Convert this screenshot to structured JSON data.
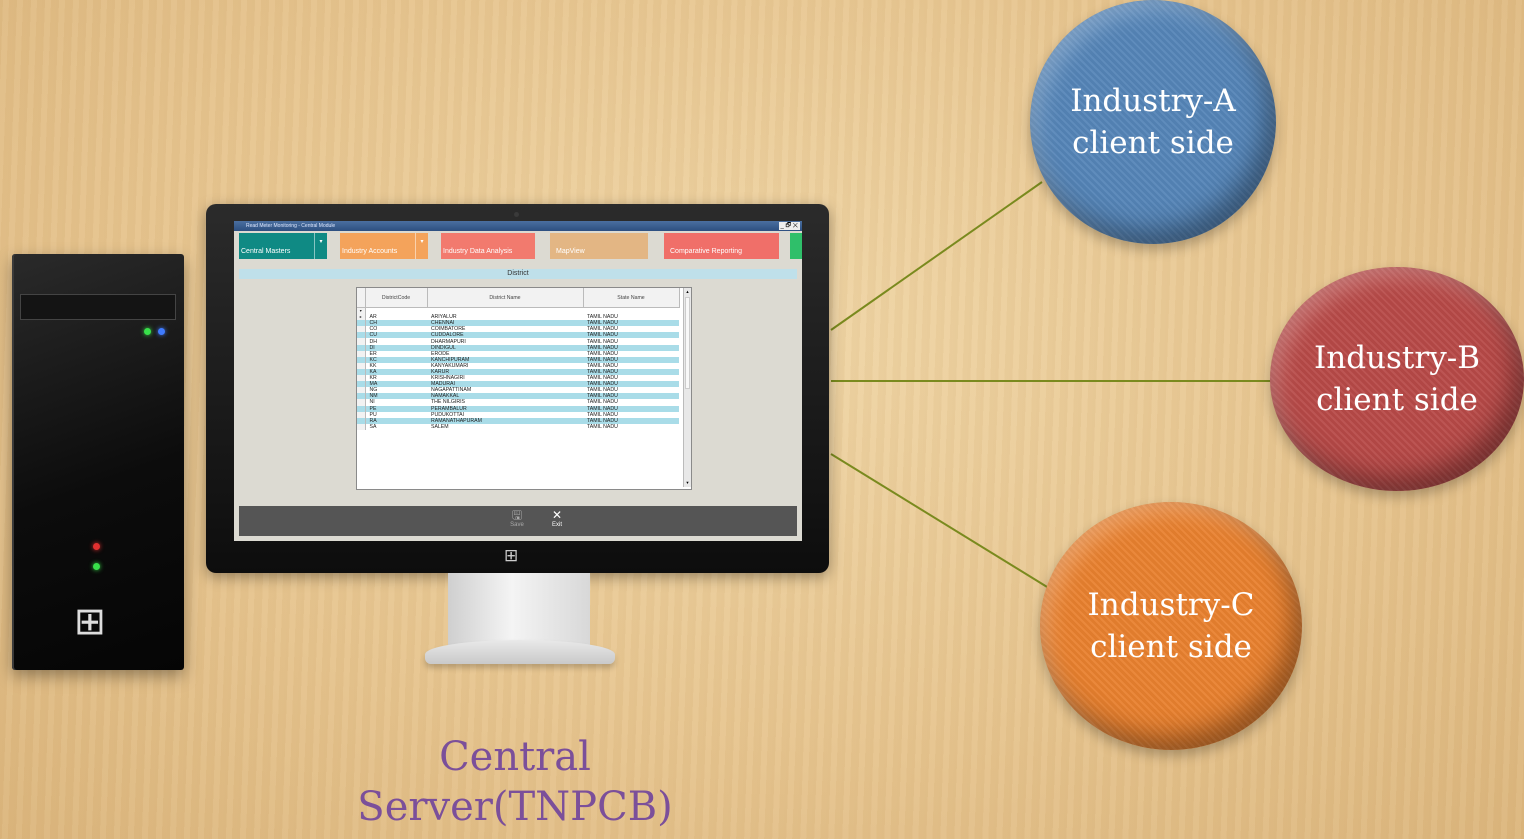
{
  "app": {
    "window_title": "Read Meter Monitoring - Central Module",
    "window_controls": "_ 🗗 ✕",
    "menu": [
      {
        "label": "Central Masters",
        "color": "#0f8a84",
        "has_arrow": true
      },
      {
        "label": "Industry Accounts",
        "color": "#f4a35b",
        "has_arrow": true
      },
      {
        "label": "Industry Data Analysis",
        "color": "#f27a6e",
        "has_arrow": false
      },
      {
        "label": "MapView",
        "color": "#e3b684",
        "has_arrow": false
      },
      {
        "label": "Comparative Reporting",
        "color": "#f06f69",
        "has_arrow": false
      }
    ],
    "section_title": "District",
    "grid": {
      "columns": [
        "DistrictCode",
        "District Name",
        "State Name"
      ],
      "rows": [
        [
          "AR",
          "ARIYALUR",
          "TAMIL NADU"
        ],
        [
          "CH",
          "CHENNAI",
          "TAMIL NADU"
        ],
        [
          "CO",
          "COIMBATORE",
          "TAMIL NADU"
        ],
        [
          "CU",
          "CUDDALORE",
          "TAMIL NADU"
        ],
        [
          "DH",
          "DHARMAPURI",
          "TAMIL NADU"
        ],
        [
          "DI",
          "DINDIGUL",
          "TAMIL NADU"
        ],
        [
          "ER",
          "ERODE",
          "TAMIL NADU"
        ],
        [
          "KC",
          "KANCHIPURAM",
          "TAMIL NADU"
        ],
        [
          "KK",
          "KANYAKUMARI",
          "TAMIL NADU"
        ],
        [
          "KA",
          "KARUR",
          "TAMIL NADU"
        ],
        [
          "KR",
          "KRISHNAGIRI",
          "TAMIL NADU"
        ],
        [
          "MA",
          "MADURAI",
          "TAMIL NADU"
        ],
        [
          "NG",
          "NAGAPATTINAM",
          "TAMIL NADU"
        ],
        [
          "NM",
          "NAMAKKAL",
          "TAMIL NADU"
        ],
        [
          "NI",
          "THE NILGIRIS",
          "TAMIL NADU"
        ],
        [
          "PE",
          "PERAMBALUR",
          "TAMIL NADU"
        ],
        [
          "PU",
          "PUDUKOTTAI",
          "TAMIL NADU"
        ],
        [
          "RA",
          "RAMANATHAPURAM",
          "TAMIL NADU"
        ],
        [
          "SA",
          "SALEM",
          "TAMIL NADU"
        ]
      ]
    },
    "toolbar": {
      "save_label": "Save",
      "exit_label": "Exit"
    }
  },
  "clients": [
    {
      "line1": "Industry-A",
      "line2": "client side",
      "color": "#5585b8"
    },
    {
      "line1": "Industry-B",
      "line2": "client side",
      "color": "#b84a48"
    },
    {
      "line1": "Industry-C",
      "line2": "client side",
      "color": "#e9812f"
    }
  ],
  "server_label": {
    "line1": "Central",
    "line2": "Server(TNPCB)"
  },
  "connector_color": "#7a8a1e",
  "icons": [
    "windows-logo-icon",
    "save-icon",
    "close-icon"
  ]
}
